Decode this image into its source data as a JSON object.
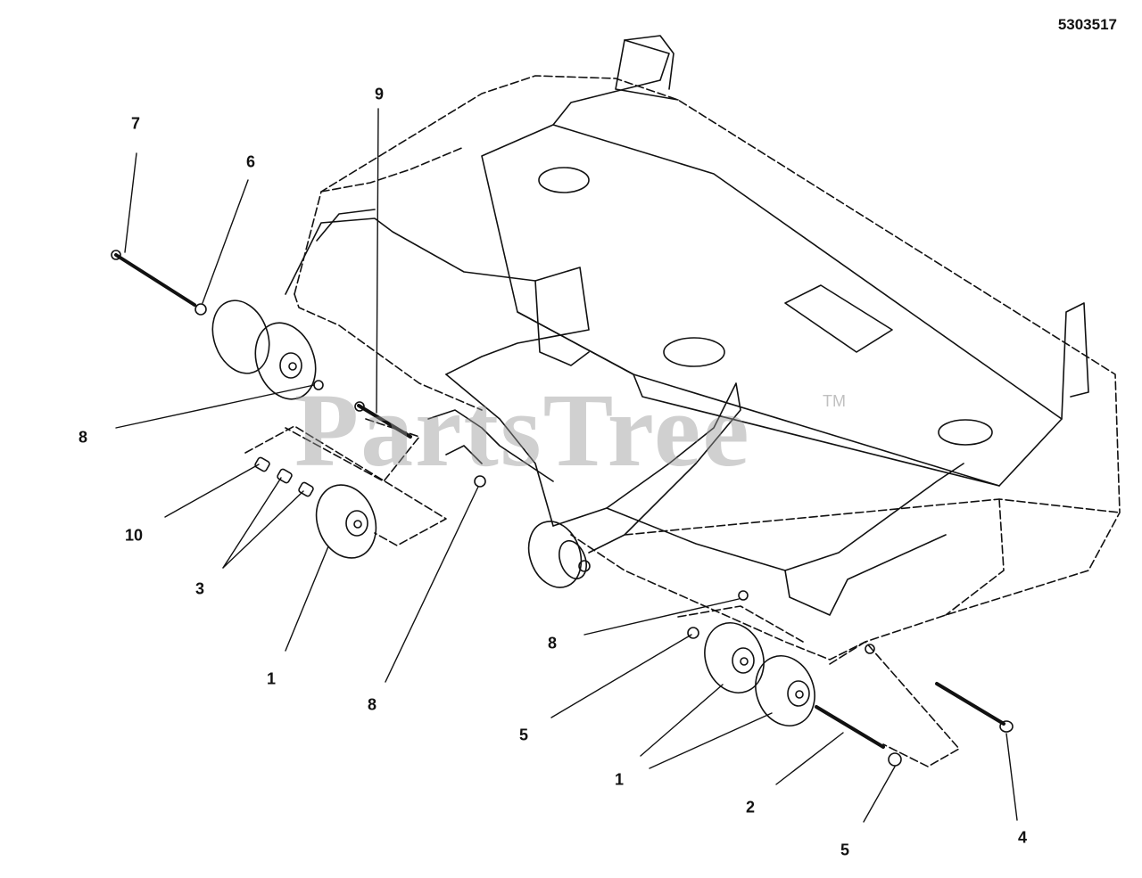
{
  "diagram": {
    "part_number": "5303517",
    "watermark": "PartsTree",
    "trademark": "TM",
    "callouts": [
      {
        "id": "c7",
        "label": "7"
      },
      {
        "id": "c6",
        "label": "6"
      },
      {
        "id": "c9",
        "label": "9"
      },
      {
        "id": "c8a",
        "label": "8"
      },
      {
        "id": "c10",
        "label": "10"
      },
      {
        "id": "c3",
        "label": "3"
      },
      {
        "id": "c1a",
        "label": "1"
      },
      {
        "id": "c8b",
        "label": "8"
      },
      {
        "id": "c8c",
        "label": "8"
      },
      {
        "id": "c5a",
        "label": "5"
      },
      {
        "id": "c1b",
        "label": "1"
      },
      {
        "id": "c2",
        "label": "2"
      },
      {
        "id": "c5b",
        "label": "5"
      },
      {
        "id": "c4",
        "label": "4"
      }
    ]
  }
}
